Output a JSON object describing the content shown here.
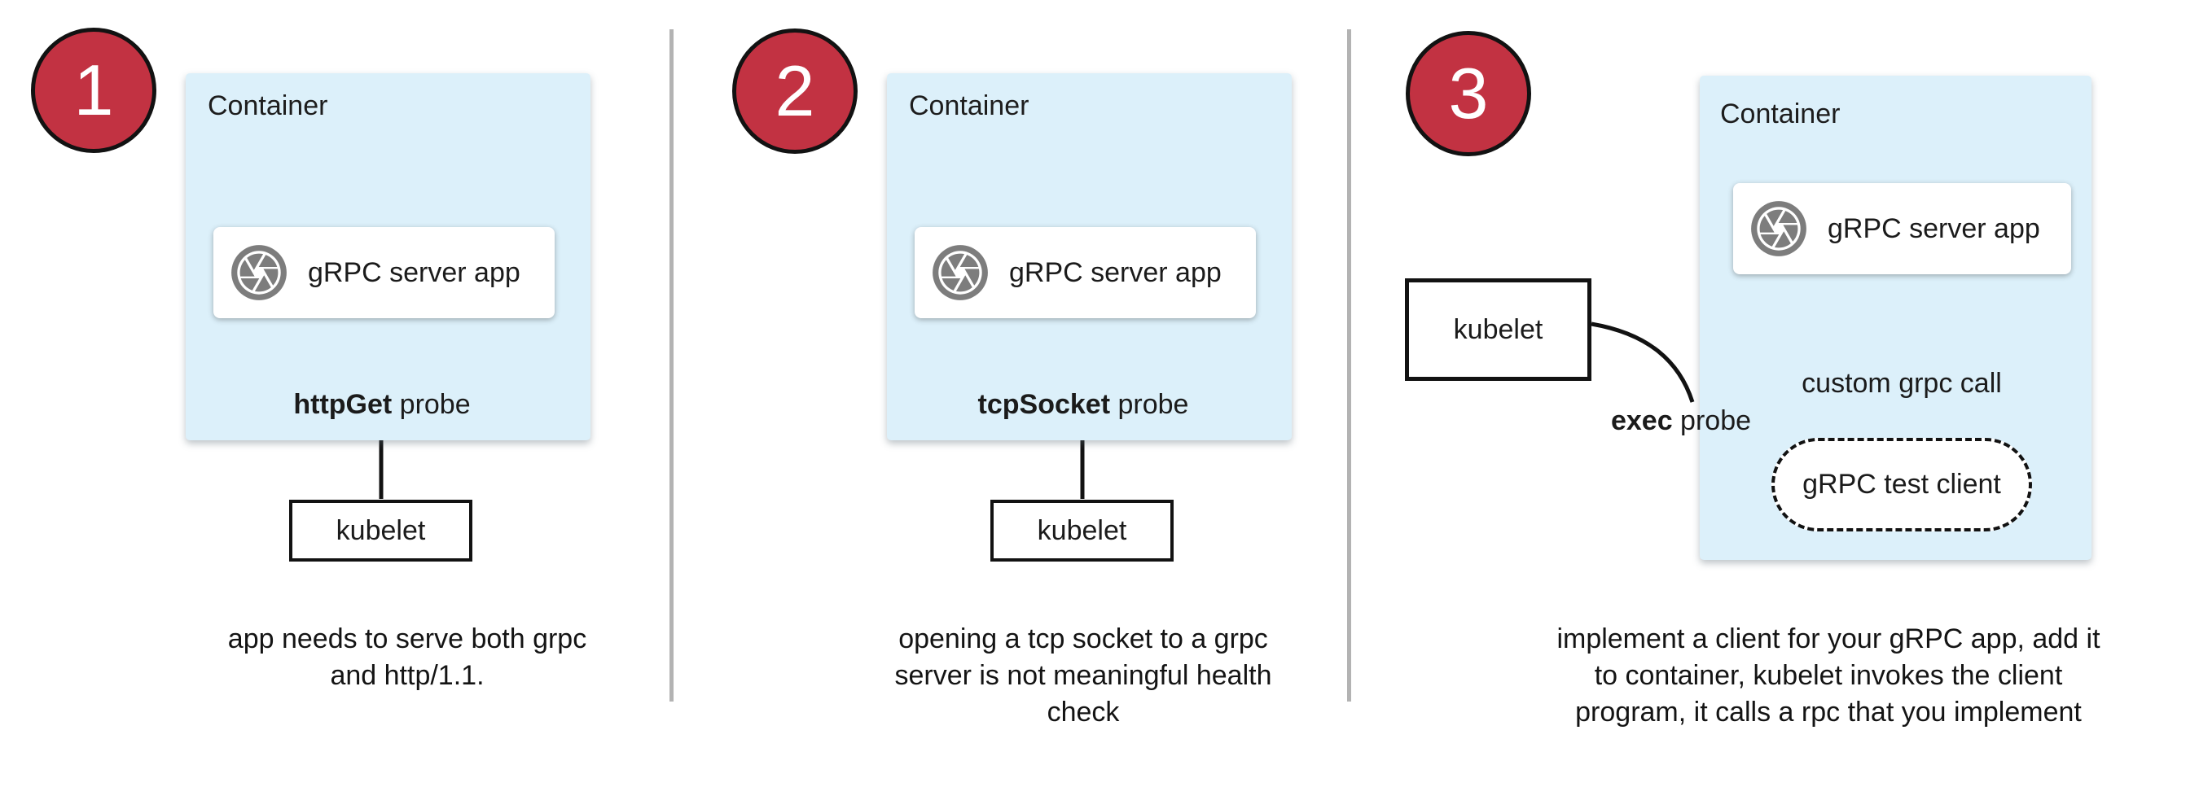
{
  "panels": [
    {
      "number": "1",
      "container_label": "Container",
      "app_label": "gRPC server app",
      "probe_bold": "httpGet",
      "probe_rest": " probe",
      "kubelet_label": "kubelet",
      "caption": "app needs to serve both grpc\nand http/1.1."
    },
    {
      "number": "2",
      "container_label": "Container",
      "app_label": "gRPC server app",
      "probe_bold": "tcpSocket",
      "probe_rest": " probe",
      "kubelet_label": "kubelet",
      "caption": "opening a tcp socket to a grpc\nserver is not meaningful health\ncheck"
    },
    {
      "number": "3",
      "container_label": "Container",
      "app_label": "gRPC server app",
      "probe_bold": "exec",
      "probe_rest": " probe",
      "kubelet_label": "kubelet",
      "call_label": "custom grpc call",
      "client_label": "gRPC test client",
      "caption": "implement a client for your gRPC app, add it\nto container, kubelet invokes the client\nprogram, it calls a rpc that you implement"
    }
  ],
  "colors": {
    "container_fill": "#dcf0fa",
    "badge_fill": "#c23242",
    "badge_border": "#121212",
    "icon_gray": "#7d7d7d",
    "divider": "#b3b3b3",
    "arrow": "#121212",
    "text": "#1b1b1b"
  }
}
